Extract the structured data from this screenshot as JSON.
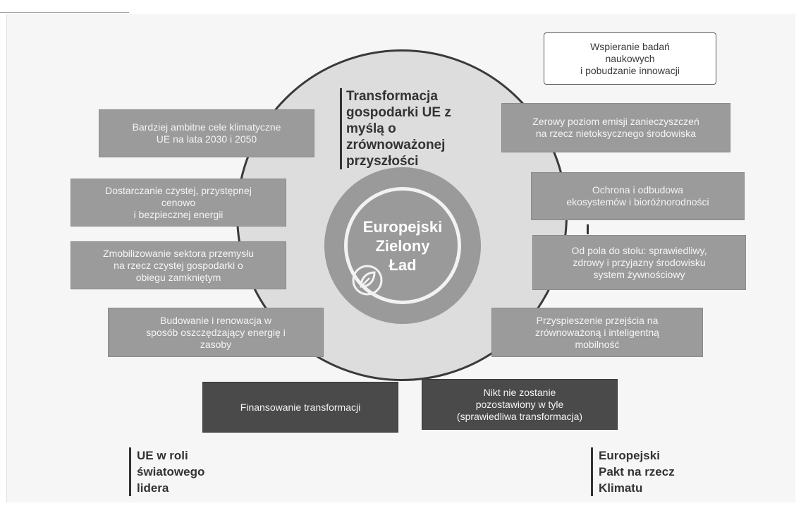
{
  "center": {
    "label": "Europejski\nZielony\nŁad",
    "icon": "leaf-icon"
  },
  "title": "Transformacja\ngospodarki UE z\nmyślą o\nzrównoważonej\nprzyszłości",
  "left_boxes": [
    "Bardziej ambitne cele klimatyczne\nUE na lata 2030 i 2050",
    "Dostarczanie czystej, przystępnej\ncenowo\ni bezpiecznej energii",
    "Zmobilizowanie sektora przemysłu\nna rzecz czystej gospodarki o\nobiegu zamkniętym",
    "Budowanie i renowacja w\nsposób oszczędzający energię i\nzasoby"
  ],
  "right_boxes": [
    "Zerowy poziom emisji zanieczyszczeń\nna rzecz nietoksycznego środowiska",
    "Ochrona i odbudowa\nekosystemów i bioróżnorodności",
    "Od pola do stołu: sprawiedliwy,\nzdrowy i przyjazny środowisku\nsystem żywnościowy",
    "Przyspieszenie przejścia na\nzrównoważoną i inteligentną\nmobilność"
  ],
  "top_right_box": "Wspieranie badań\nnaukowych\ni pobudzanie innowacji",
  "bottom_boxes": [
    "Finansowanie transformacji",
    "Nikt nie zostanie\npozostawiony w tyle\n(sprawiedliwa transformacja)"
  ],
  "bottom_left_label": "UE w roli\nświatowego\nlidera",
  "bottom_right_label": "Europejski\nPakt na rzecz\nKlimatu",
  "colors": {
    "box_grey": "#9b9b9b",
    "box_dark": "#4a4a4a",
    "circle_fill": "#dddddd",
    "center_fill": "#9a9a9a"
  }
}
